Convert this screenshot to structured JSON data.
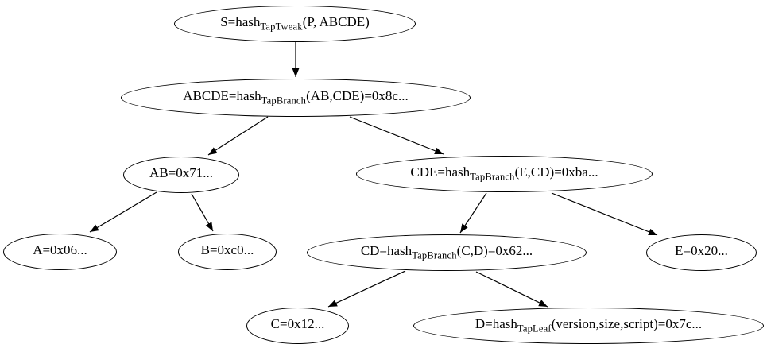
{
  "diagram": {
    "kind": "taproot-merkle-hash-tree",
    "background_color": "#ffffff",
    "stroke_color": "#000000",
    "text_color": "#000000",
    "nodes": [
      {
        "id": "S",
        "prefix": "S=hash",
        "subscript": "TapTweak",
        "suffix": "(P, ABCDE)"
      },
      {
        "id": "ABCDE",
        "prefix": "ABCDE=hash",
        "subscript": "TapBranch",
        "suffix": "(AB,CDE)=0x8c..."
      },
      {
        "id": "AB",
        "prefix": "AB=0x71..."
      },
      {
        "id": "CDE",
        "prefix": "CDE=hash",
        "subscript": "TapBranch",
        "suffix": "(E,CD)=0xba..."
      },
      {
        "id": "A",
        "prefix": "A=0x06..."
      },
      {
        "id": "B",
        "prefix": "B=0xc0..."
      },
      {
        "id": "CD",
        "prefix": "CD=hash",
        "subscript": "TapBranch",
        "suffix": "(C,D)=0x62..."
      },
      {
        "id": "E",
        "prefix": "E=0x20..."
      },
      {
        "id": "C",
        "prefix": "C=0x12..."
      },
      {
        "id": "D",
        "prefix": "D=hash",
        "subscript": "TapLeaf",
        "suffix": "(version,size,script)=0x7c..."
      }
    ],
    "edges": [
      {
        "from": "S",
        "to": "ABCDE"
      },
      {
        "from": "ABCDE",
        "to": "AB"
      },
      {
        "from": "ABCDE",
        "to": "CDE"
      },
      {
        "from": "AB",
        "to": "A"
      },
      {
        "from": "AB",
        "to": "B"
      },
      {
        "from": "CDE",
        "to": "CD"
      },
      {
        "from": "CDE",
        "to": "E"
      },
      {
        "from": "CD",
        "to": "C"
      },
      {
        "from": "CD",
        "to": "D"
      }
    ]
  }
}
